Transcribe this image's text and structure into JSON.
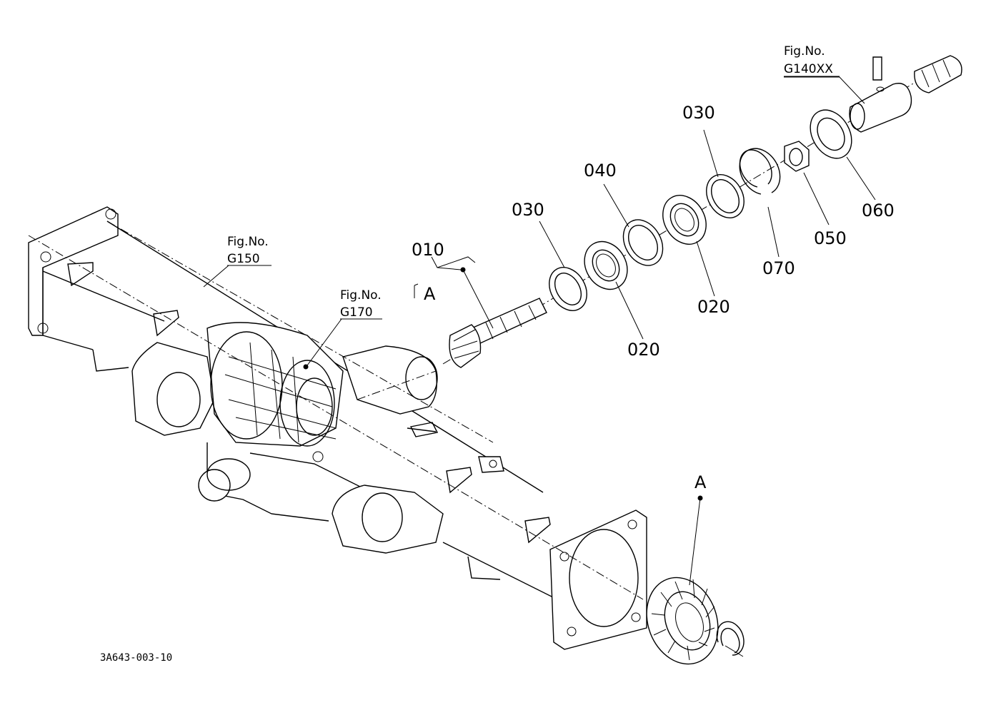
{
  "figure_refs": {
    "g140": {
      "title": "Fig.No.",
      "code": "G140XX"
    },
    "g150": {
      "title": "Fig.No.",
      "code": "G150"
    },
    "g170": {
      "title": "Fig.No.",
      "code": "G170"
    }
  },
  "callouts": {
    "c010": "010",
    "c020a": "020",
    "c020b": "020",
    "c030a": "030",
    "c030b": "030",
    "c040": "040",
    "c050": "050",
    "c060": "060",
    "c070": "070"
  },
  "markers": {
    "detail_a_top": "A",
    "detail_a_bottom": "A"
  },
  "drawing_code": "3A643-003-10"
}
